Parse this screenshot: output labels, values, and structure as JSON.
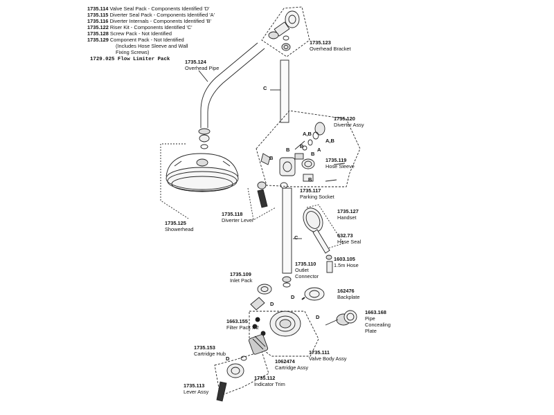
{
  "legend": [
    {
      "code": "1735.114",
      "text": "Valve Seal Pack - Components Identified 'D'"
    },
    {
      "code": "1735.115",
      "text": "Diverter Seal Pack - Components Identified 'A'"
    },
    {
      "code": "1735.116",
      "text": "Diverter Internals - Components Identified 'B'"
    },
    {
      "code": "1735.122",
      "text": "Riser Kit - Components Identified 'C'"
    },
    {
      "code": "1735.128",
      "text": "Screw Pack - Not Identified"
    },
    {
      "code": "1735.129",
      "text": "Component Pack - Not Identified"
    }
  ],
  "legend_note_1": "(Includes",
  "legend_note_2": "Hose Sleeve and Wall",
  "legend_note_3": "Fixing Screws)",
  "legend_flow": {
    "code": "1729.025",
    "text": "Flow Limiter Pack"
  },
  "parts": [
    {
      "id": "overhead-bracket",
      "code": "1735.123",
      "name": "Overhead Bracket"
    },
    {
      "id": "overhead-pipe",
      "code": "1735.124",
      "name": "Overhead Pipe"
    },
    {
      "id": "diverter-assy",
      "code": "1735.120",
      "name": "Diverter Assy"
    },
    {
      "id": "hose-sleeve",
      "code": "1735.119",
      "name": "Hose Sleeve"
    },
    {
      "id": "parking-socket",
      "code": "1735.117",
      "name": "Parking Socket"
    },
    {
      "id": "diverter-lever",
      "code": "1735.118",
      "name": "Diverter Lever"
    },
    {
      "id": "showerhead",
      "code": "1735.125",
      "name": "Showerhead"
    },
    {
      "id": "handset",
      "code": "1735.127",
      "name": "Handset"
    },
    {
      "id": "hose-seal",
      "code": "632.73",
      "name": "Hose Seal"
    },
    {
      "id": "hose",
      "code": "1603.105",
      "name": "1.5m Hose"
    },
    {
      "id": "inlet-pack",
      "code": "1735.109",
      "name": "Inlet Pack"
    },
    {
      "id": "outlet-connector",
      "code": "1735.110",
      "name": "Outlet Connector"
    },
    {
      "id": "backplate",
      "code": "162476",
      "name": "Backplate"
    },
    {
      "id": "filter-pack",
      "code": "1663.155",
      "name": "Filter Pack x 2"
    },
    {
      "id": "pipe-concealing-plate",
      "code": "1663.168",
      "name": "Pipe Concealing Plate"
    },
    {
      "id": "cartridge-hub",
      "code": "1735.153",
      "name": "Cartridge Hub"
    },
    {
      "id": "valve-body-assy",
      "code": "1735.111",
      "name": "Valve Body Assy"
    },
    {
      "id": "cartridge-assy",
      "code": "1062474",
      "name": "Cartridge Assy"
    },
    {
      "id": "indicator-trim",
      "code": "1735.112",
      "name": "Indicator Trim"
    },
    {
      "id": "lever-assy",
      "code": "1735.113",
      "name": "Lever Assy"
    }
  ],
  "markers": {
    "a": "A",
    "b": "B",
    "c": "C",
    "d": "D",
    "ab": "A,B"
  }
}
